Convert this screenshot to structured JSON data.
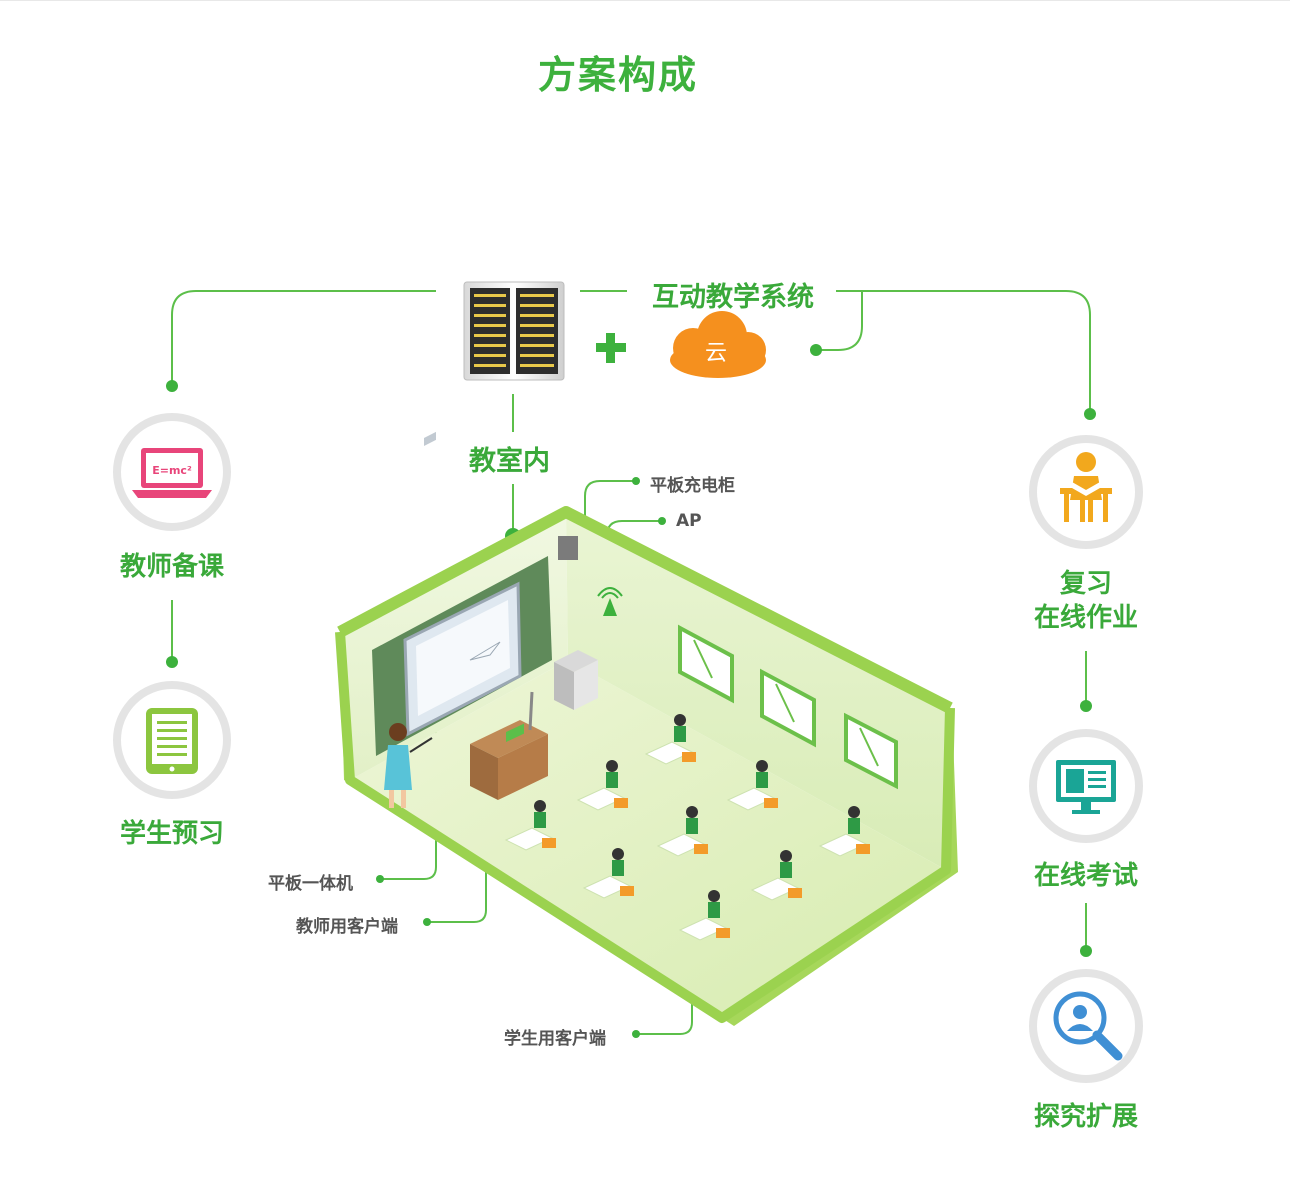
{
  "title": "方案构成",
  "colors": {
    "accent": "#3db13d",
    "line": "#5cbf4a",
    "cloud": "#f5901e",
    "teacher_icon": "#e8457a",
    "student_icon": "#8cc63f",
    "review_icon": "#f2a81d",
    "exam_icon": "#1aa596",
    "explore_icon": "#3f8fd4"
  },
  "center": {
    "system_label": "互动教学系统",
    "cloud_label": "云",
    "plus": "+",
    "classroom_label": "教室内"
  },
  "left_nodes": [
    {
      "label": "教师备课",
      "icon": "laptop-formula-icon",
      "icon_text": "E=mc²"
    },
    {
      "label": "学生预习",
      "icon": "tablet-icon"
    }
  ],
  "right_nodes": [
    {
      "label_line1": "复习",
      "label_line2": "在线作业",
      "icon": "reading-student-icon"
    },
    {
      "label": "在线考试",
      "icon": "monitor-exam-icon"
    },
    {
      "label": "探究扩展",
      "icon": "magnifier-search-icon"
    }
  ],
  "classroom_callouts": {
    "charging_cabinet": "平板充电柜",
    "ap": "AP",
    "smart_board": "平板一体机",
    "teacher_client": "教师用客户端",
    "student_client": "学生用客户端"
  }
}
